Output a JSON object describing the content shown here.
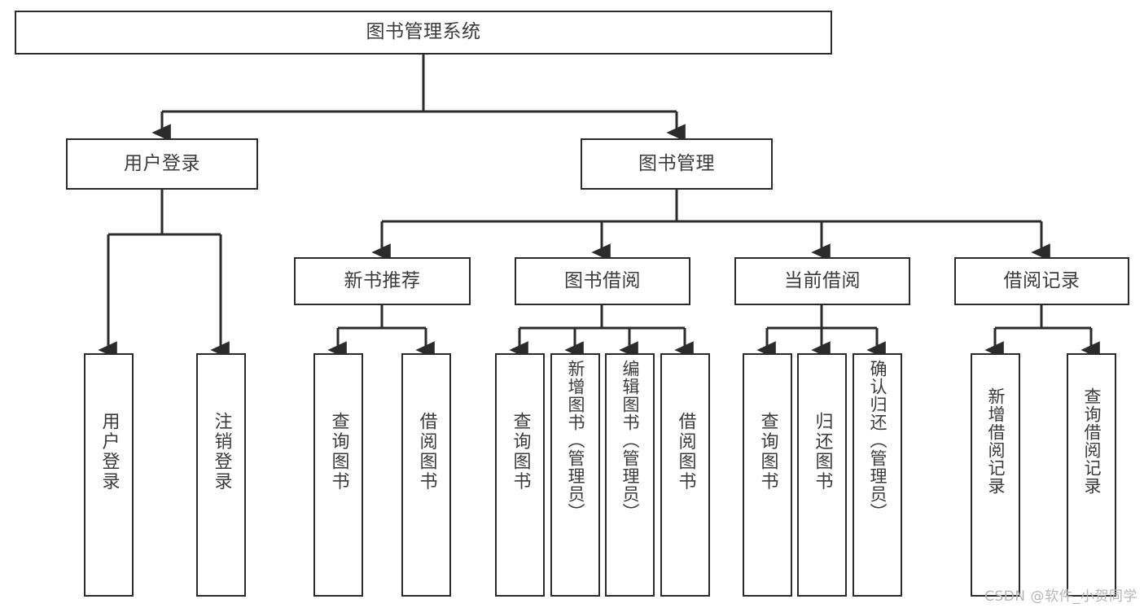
{
  "diagram": {
    "title": "图书管理系统",
    "type": "tree",
    "watermark": "CSDN @软件_小贺同学",
    "colors": {
      "border": "#2b2b2b",
      "text": "#3b3b3b",
      "background": "#ffffff",
      "connector": "#2b2b2b",
      "watermark": "#b6b6b6"
    },
    "root": {
      "label": "图书管理系统"
    },
    "level2": [
      {
        "label": "用户登录"
      },
      {
        "label": "图书管理"
      }
    ],
    "level3": [
      {
        "label": "新书推荐"
      },
      {
        "label": "图书借阅"
      },
      {
        "label": "当前借阅"
      },
      {
        "label": "借阅记录"
      }
    ],
    "leaves": {
      "user_login": [
        {
          "label": "用户登录"
        },
        {
          "label": "注销登录"
        }
      ],
      "new_book": [
        {
          "label": "查询图书"
        },
        {
          "label": "借阅图书"
        }
      ],
      "book_borrow": [
        {
          "label": "查询图书"
        },
        {
          "label": "新增图书（管理员）"
        },
        {
          "label": "编辑图书（管理员）"
        },
        {
          "label": "借阅图书"
        }
      ],
      "current_borrow": [
        {
          "label": "查询图书"
        },
        {
          "label": "归还图书"
        },
        {
          "label": "确认归还（管理员）"
        }
      ],
      "borrow_record": [
        {
          "label": "新增借阅记录"
        },
        {
          "label": "查询借阅记录"
        }
      ]
    }
  }
}
